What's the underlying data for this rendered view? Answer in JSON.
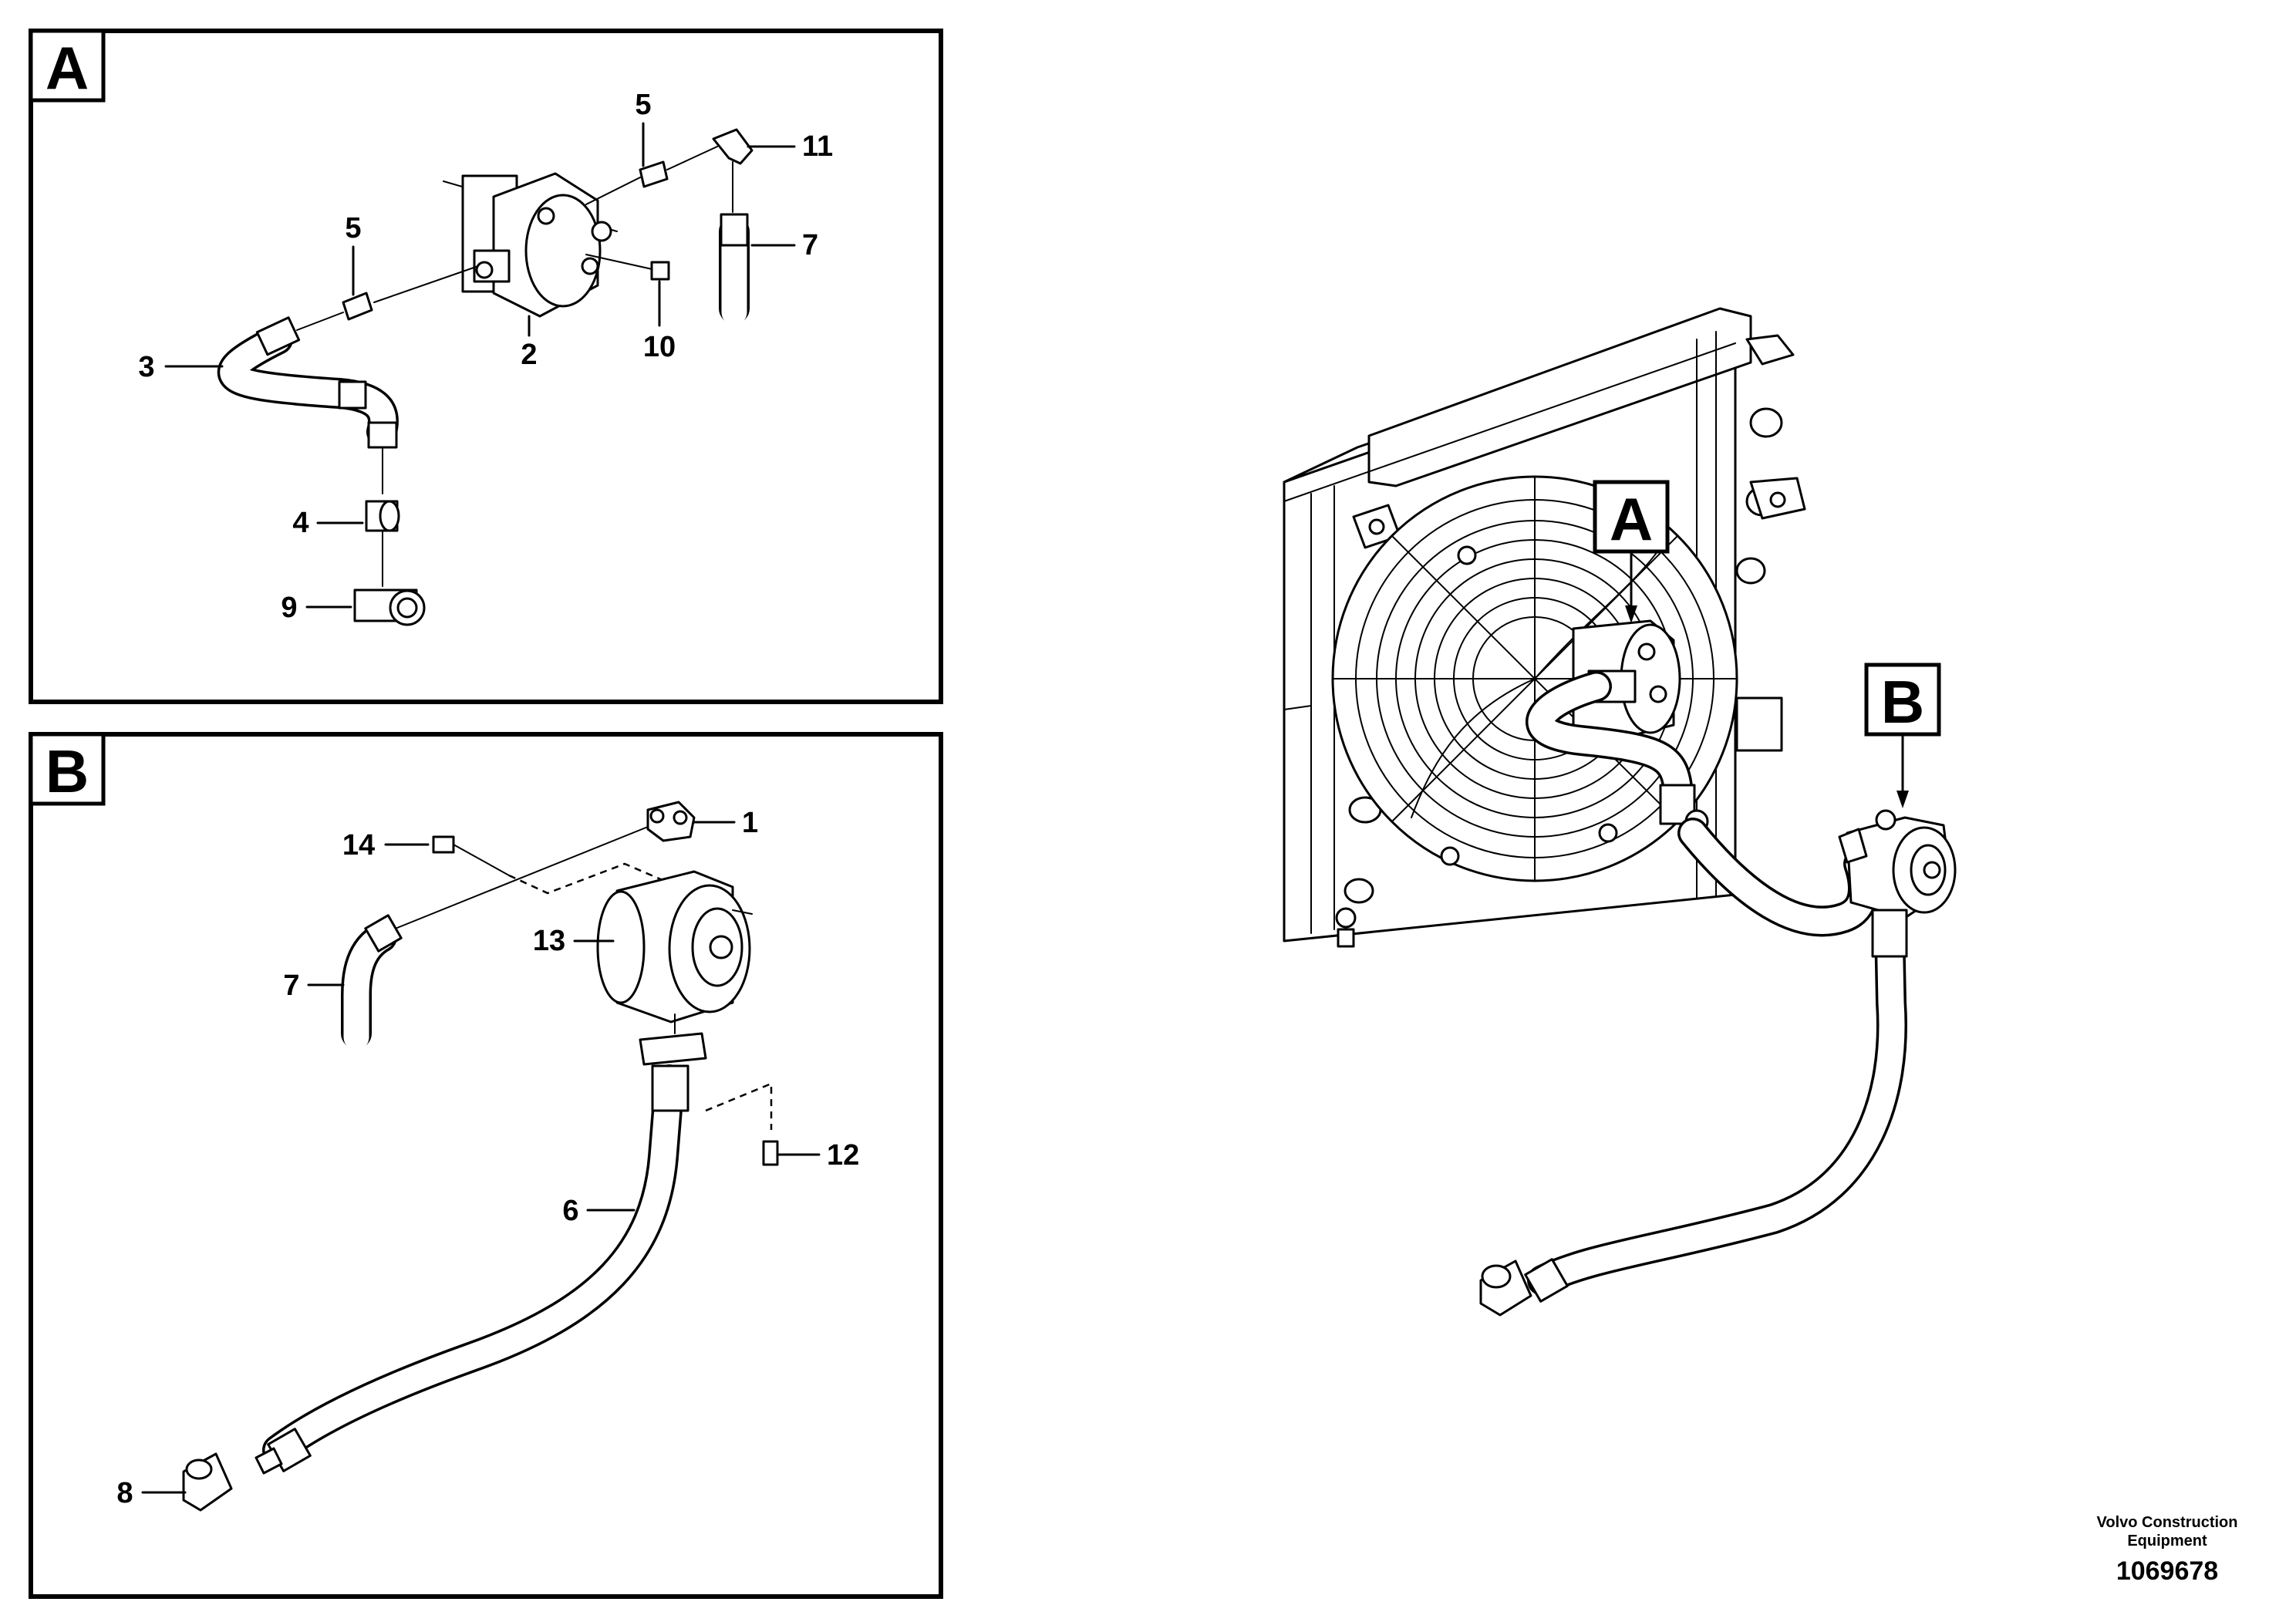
{
  "panels": {
    "a": {
      "label": "A",
      "callouts": [
        "5",
        "11",
        "5",
        "7",
        "10",
        "2",
        "3",
        "4",
        "9"
      ]
    },
    "b": {
      "label": "B",
      "callouts": [
        "1",
        "14",
        "13",
        "7",
        "12",
        "6",
        "8"
      ]
    }
  },
  "main_view": {
    "markers": [
      "A",
      "B"
    ]
  },
  "footer": {
    "company": "Volvo Construction Equipment",
    "document_number": "1069678"
  }
}
